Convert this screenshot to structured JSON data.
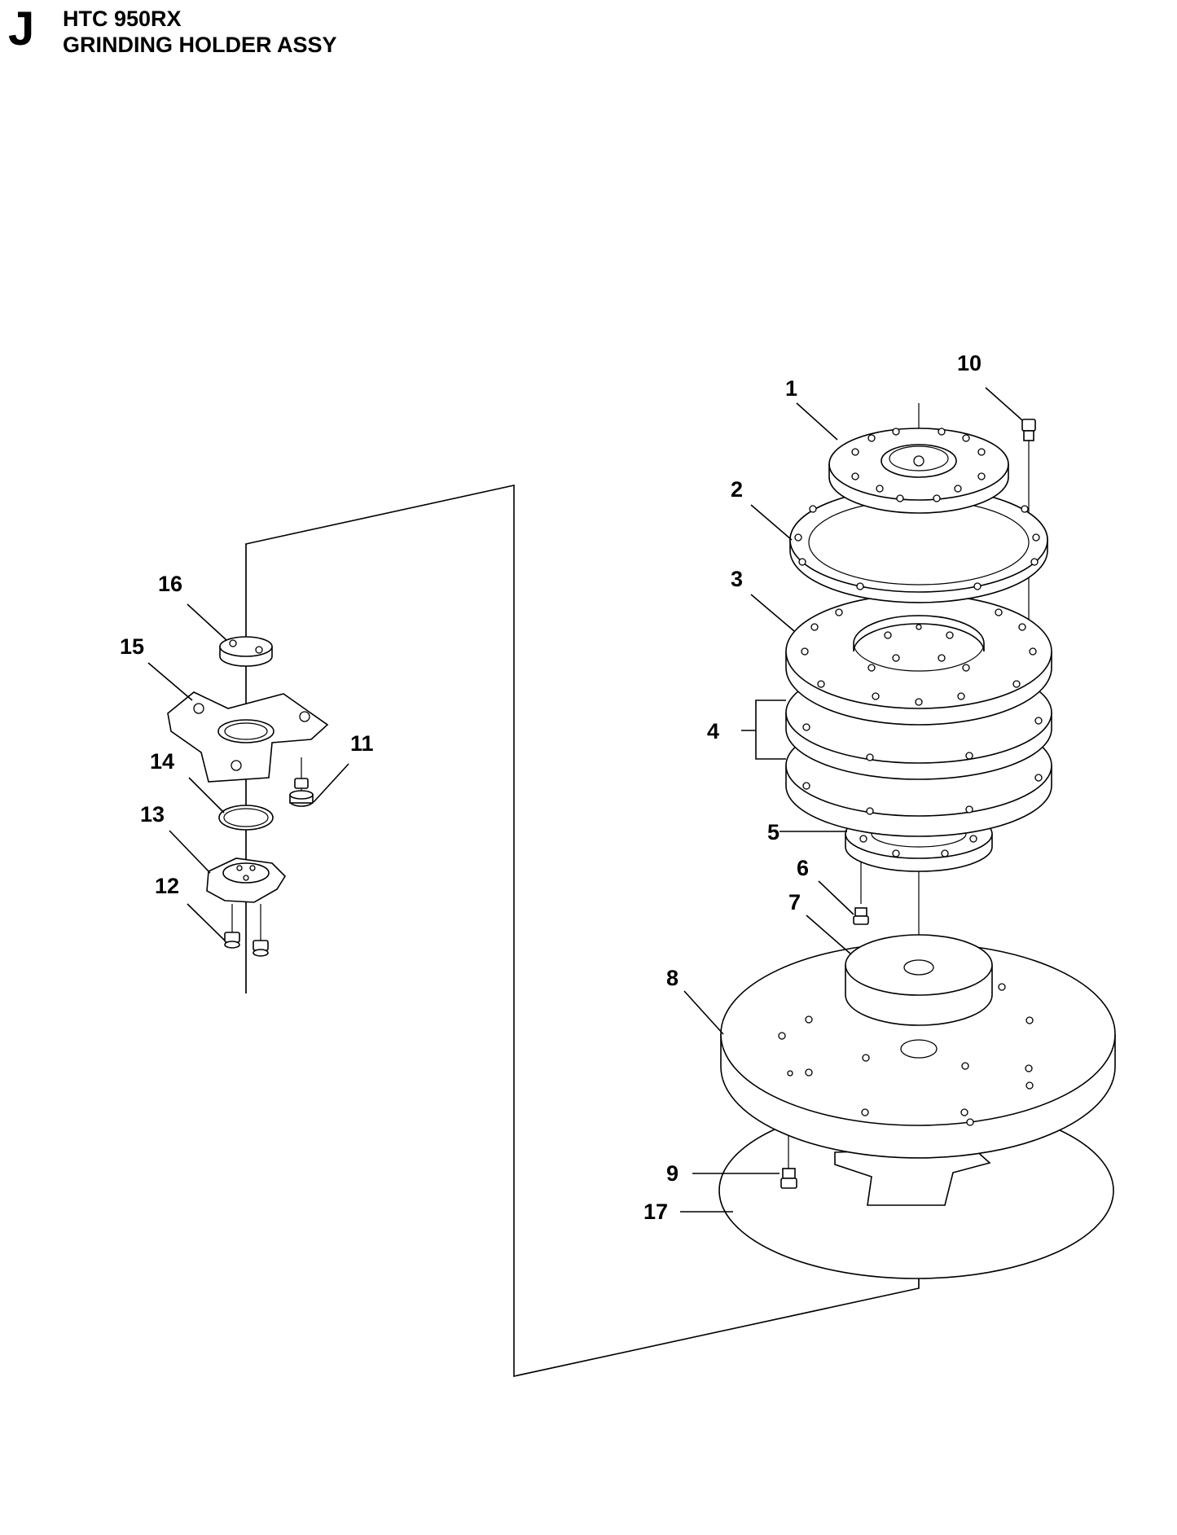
{
  "header": {
    "section_letter": "J",
    "model": "HTC 950RX",
    "title": "GRINDING HOLDER ASSY"
  },
  "callouts": [
    "1",
    "2",
    "3",
    "4",
    "5",
    "6",
    "7",
    "8",
    "9",
    "10",
    "11",
    "12",
    "13",
    "14",
    "15",
    "16",
    "17"
  ]
}
